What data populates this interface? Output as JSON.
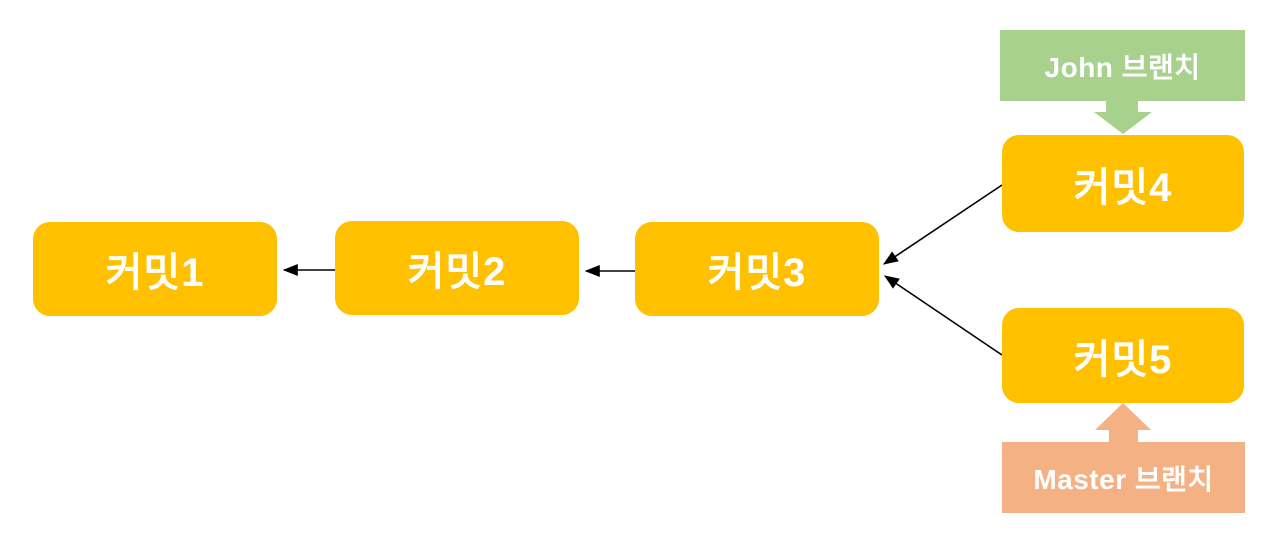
{
  "diagram": {
    "type": "git-commit-branch-diagram",
    "colors": {
      "commit_fill": "#FFC000",
      "commit_text": "#FFFFFF",
      "john_label_fill": "#A9D18E",
      "master_label_fill": "#F4B183",
      "label_text": "#FFFFFF",
      "arrow": "#000000",
      "background": "#FFFFFF"
    },
    "commits": [
      {
        "id": "commit-1",
        "label": "커밋1"
      },
      {
        "id": "commit-2",
        "label": "커밋2"
      },
      {
        "id": "commit-3",
        "label": "커밋3"
      },
      {
        "id": "commit-4",
        "label": "커밋4"
      },
      {
        "id": "commit-5",
        "label": "커밋5"
      }
    ],
    "branch_labels": [
      {
        "id": "john-branch",
        "label": "John 브랜치",
        "points_to": "커밋4"
      },
      {
        "id": "master-branch",
        "label": "Master 브랜치",
        "points_to": "커밋5"
      }
    ],
    "edges": [
      {
        "from": "커밋2",
        "to": "커밋1"
      },
      {
        "from": "커밋3",
        "to": "커밋2"
      },
      {
        "from": "커밋4",
        "to": "커밋3"
      },
      {
        "from": "커밋5",
        "to": "커밋3"
      }
    ]
  }
}
